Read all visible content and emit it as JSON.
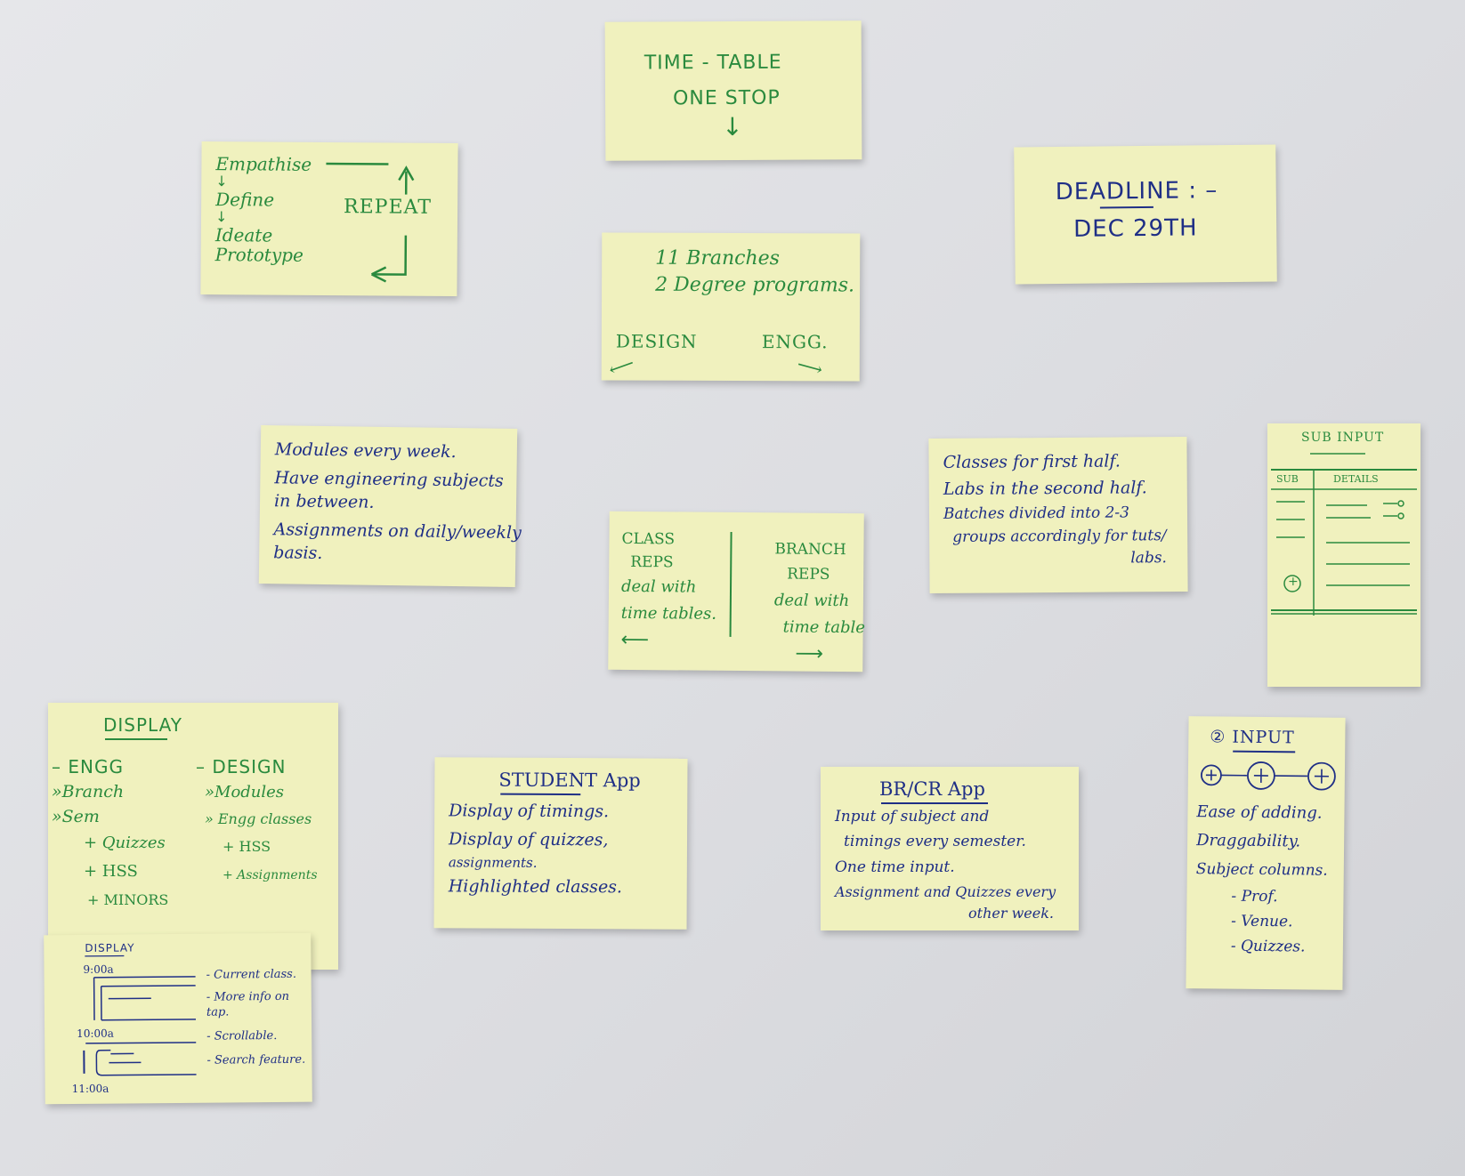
{
  "notes": {
    "title": {
      "line1": "TIME - TABLE",
      "line2": "ONE STOP"
    },
    "process": {
      "steps": [
        "Empathise",
        "Define",
        "Ideate",
        "Prototype"
      ],
      "repeat": "REPEAT"
    },
    "deadline": {
      "label": "DEADLINE : –",
      "date": "DEC 29TH"
    },
    "branches": {
      "line1": "11 Branches",
      "line2": "2 Degree programs.",
      "left": "DESIGN",
      "right": "ENGG."
    },
    "modules": {
      "lines": [
        "Modules every week.",
        "Have engineering subjects",
        "in between.",
        "Assignments on daily/weekly",
        "basis."
      ]
    },
    "reps": {
      "left": [
        "CLASS",
        "REPS",
        "deal with",
        "time tables."
      ],
      "right": [
        "BRANCH",
        "REPS",
        "deal with",
        "time table"
      ]
    },
    "classes": {
      "lines": [
        "Classes for first half.",
        "Labs in the second half.",
        "Batches divided into 2-3",
        "groups accordingly for tuts/",
        "labs."
      ]
    },
    "sub_input": {
      "title": "SUB INPUT",
      "col1": "SUB",
      "col2": "DETAILS",
      "plus": "+"
    },
    "display": {
      "title": "DISPLAY",
      "engg_header": "– ENGG",
      "engg_items": [
        "»Branch",
        "»Sem",
        "+ Quizzes",
        "+ HSS",
        "+ MINORS"
      ],
      "design_header": "– DESIGN",
      "design_items": [
        "»Modules",
        "» Engg classes",
        "+ HSS",
        "+ Assignments"
      ]
    },
    "display2": {
      "title": "DISPLAY",
      "times": [
        "9:00a",
        "10:00a",
        "11:00a"
      ],
      "features": [
        "- Current class.",
        "- More info on tap.",
        "- Scrollable.",
        "- Search feature."
      ]
    },
    "student": {
      "title": "STUDENT App",
      "lines": [
        "Display of timings.",
        "Display of quizzes,",
        "assignments.",
        "Highlighted classes."
      ]
    },
    "brcr": {
      "title": "BR/CR App",
      "lines": [
        "Input of subject and",
        "timings every semester.",
        "One time input.",
        "Assignment and Quizzes every",
        "other week."
      ]
    },
    "input": {
      "title": "② INPUT",
      "lines": [
        "Ease of adding.",
        "Draggability.",
        "Subject columns.",
        "- Prof.",
        "- Venue.",
        "- Quizzes."
      ]
    }
  }
}
